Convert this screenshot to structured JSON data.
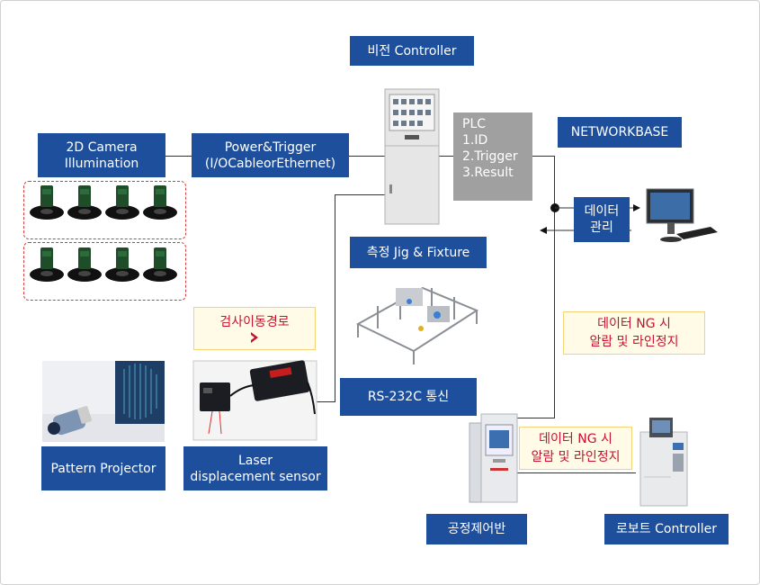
{
  "labels": {
    "vision_controller": "비전 Controller",
    "camera": "2D Camera\nIllumination",
    "power_trigger": "Power&Trigger\n(I/OCableorEthernet)",
    "plc": "PLC\n1.ID\n2.Trigger\n3.Result",
    "networkbase": "NETWORKBASE",
    "data_mgmt": "데이터\n관리",
    "jig_fixture": "측정 Jig & Fixture",
    "inspection_path": "검사이동경로",
    "alarm_top": "데이터 NG 시\n알람 및 라인정지",
    "rs232": "RS-232C 통신",
    "pattern_projector": "Pattern Projector",
    "laser_sensor": "Laser\ndisplacement sensor",
    "alarm_bottom": "데이터 NG 시\n알람 및 라인정지",
    "process_panel": "공정제어반",
    "robot_controller": "로보트 Controller"
  },
  "colors": {
    "box_blue": "#1e4f9c",
    "plc_gray": "#a0a0a0",
    "alert_red": "#c8102e",
    "alert_bg": "#fffbe6"
  },
  "icons": {
    "cabinet": "control-cabinet-icon",
    "monitor": "computer-monitor-icon",
    "jig": "jig-fixture-icon",
    "projector": "pattern-projector-icon",
    "laser": "laser-sensor-icon",
    "panel": "process-panel-icon",
    "robot": "robot-controller-icon",
    "camera": "camera-ring-light-icon"
  }
}
